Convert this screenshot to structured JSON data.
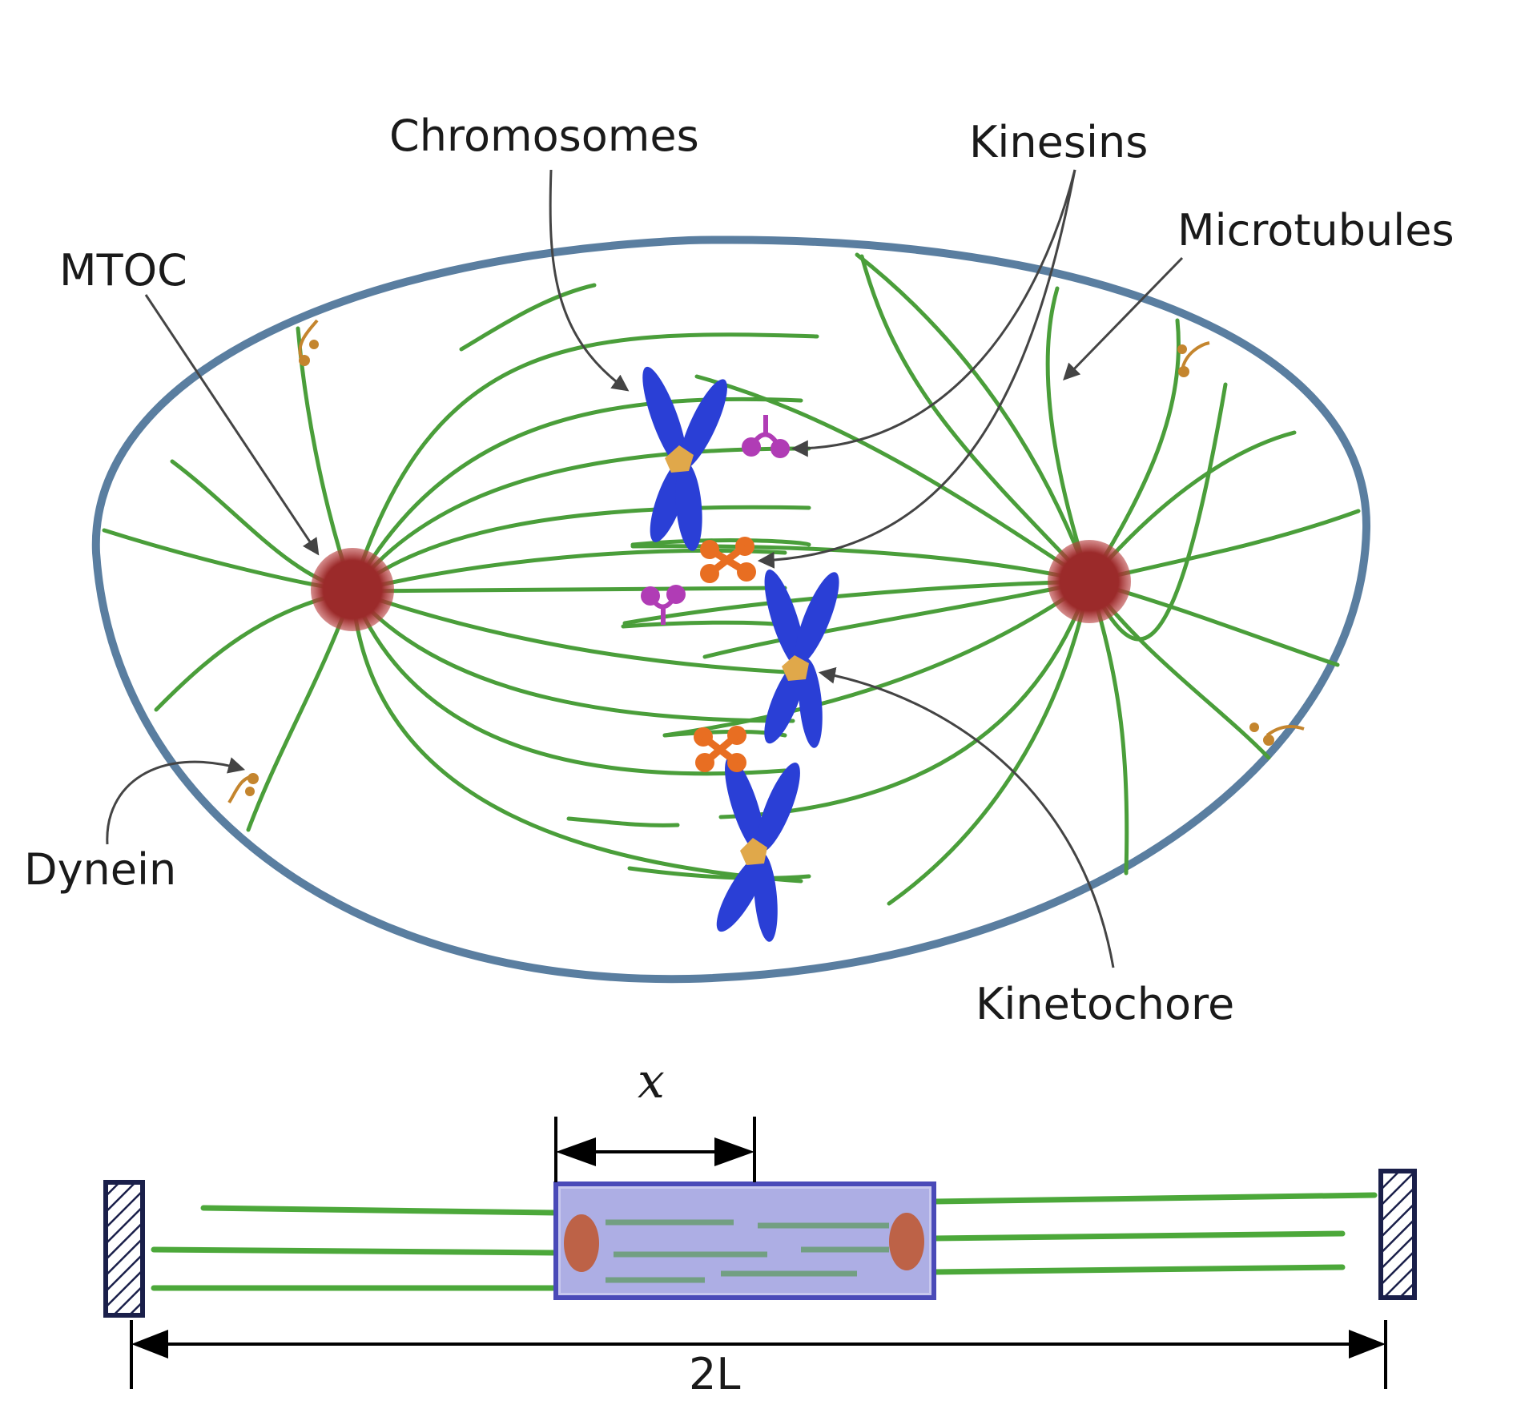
{
  "labels": {
    "chromosomes": "Chromosomes",
    "kinesins": "Kinesins",
    "microtubules": "Microtubules",
    "mtoc": "MTOC",
    "dynein": "Dynein",
    "kinetochore": "Kinetochore",
    "x": "x",
    "two_l": "2L"
  },
  "colors": {
    "microtubule": "#4a9e3a",
    "cell_membrane": "#5a7ea0",
    "mtoc": "#9b2a2a",
    "chromosome": "#2a3fd6",
    "kinetochore": "#e0a84a",
    "kinesin_orange": "#e86e22",
    "kinesin_purple": "#b03cb5",
    "dynein": "#c4852e",
    "overlap_box": "#8c8fd8"
  }
}
